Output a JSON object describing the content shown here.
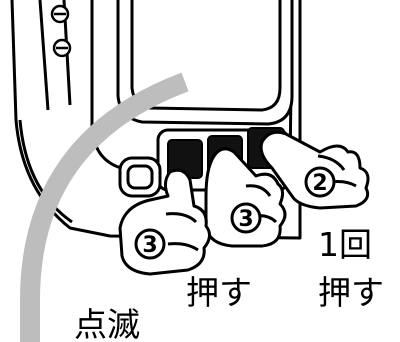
{
  "labels": {
    "blink": "点滅",
    "press": "押す",
    "once": "1回",
    "press_once": "押す"
  },
  "badges": {
    "left": "3",
    "middle": "3",
    "right": "2"
  }
}
